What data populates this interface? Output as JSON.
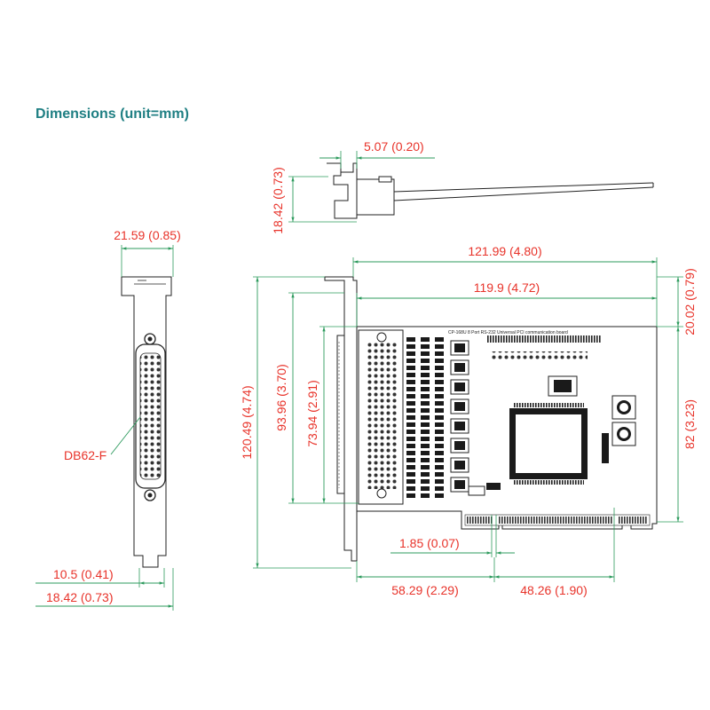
{
  "title": "Dimensions (unit=mm)",
  "dimensions": {
    "bracket_width": "21.59 (0.85)",
    "connector_label": "DB62-F",
    "tab_width": "10.5 (0.41)",
    "bracket_bottom": "18.42 (0.73)",
    "top_offset": "5.07 (0.20)",
    "top_height": "18.42 (0.73)",
    "board_length": "121.99 (4.80)",
    "board_length_inner": "119.9 (4.72)",
    "top_gap": "20.02 (0.79)",
    "board_height_right": "82 (3.23)",
    "overall_height": "120.49 (4.74)",
    "height_a": "93.96 (3.70)",
    "height_b": "73.94 (2.91)",
    "notch_width": "1.85 (0.07)",
    "notch_offset": "58.29 (2.29)",
    "key_spacing": "48.26 (1.90)"
  },
  "board_label": "CP-168U 8 Port RS-232 Universal PCI communication board"
}
